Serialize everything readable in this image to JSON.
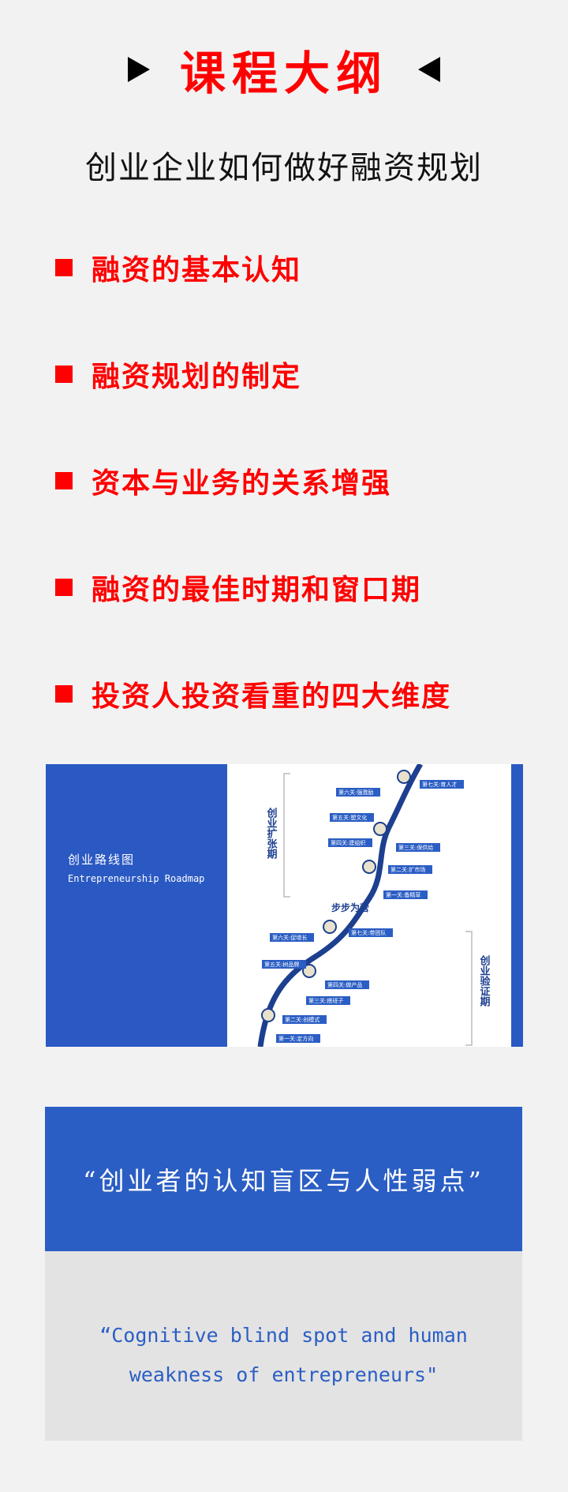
{
  "header": {
    "title": "课程大纲"
  },
  "subtitle": "创业企业如何做好融资规划",
  "outline": [
    "融资的基本认知",
    "融资规划的制定",
    "资本与业务的关系增强",
    "融资的最佳时期和窗口期",
    "投资人投资看重的四大维度"
  ],
  "roadmap": {
    "title": "创业路线图",
    "subtitle": "Entrepreneurship Roadmap",
    "phase_top": "创业扩张期",
    "phase_bottom": "创业验证期",
    "milestone": "步步为营",
    "stages_top": [
      "第七关:育人才",
      "第六关:强激励",
      "第五关:塑文化",
      "第四关:建组织",
      "第三关:保供给",
      "第二关:扩市场",
      "第一关:备精草"
    ],
    "stages_bottom": [
      "第七关:带团队",
      "第六关:促增长",
      "第五关:树品牌",
      "第四关:做产品",
      "第三关:搭班子",
      "第二关:创模式",
      "第一关:定方向"
    ]
  },
  "quote": {
    "zh": "“创业者的认知盲区与人性弱点”",
    "en_line1": "“Cognitive blind spot and human",
    "en_line2": "weakness of entrepreneurs\""
  },
  "colors": {
    "accent_red": "#ff0000",
    "brand_blue": "#2b5ec4",
    "background": "#f2f2f2"
  }
}
